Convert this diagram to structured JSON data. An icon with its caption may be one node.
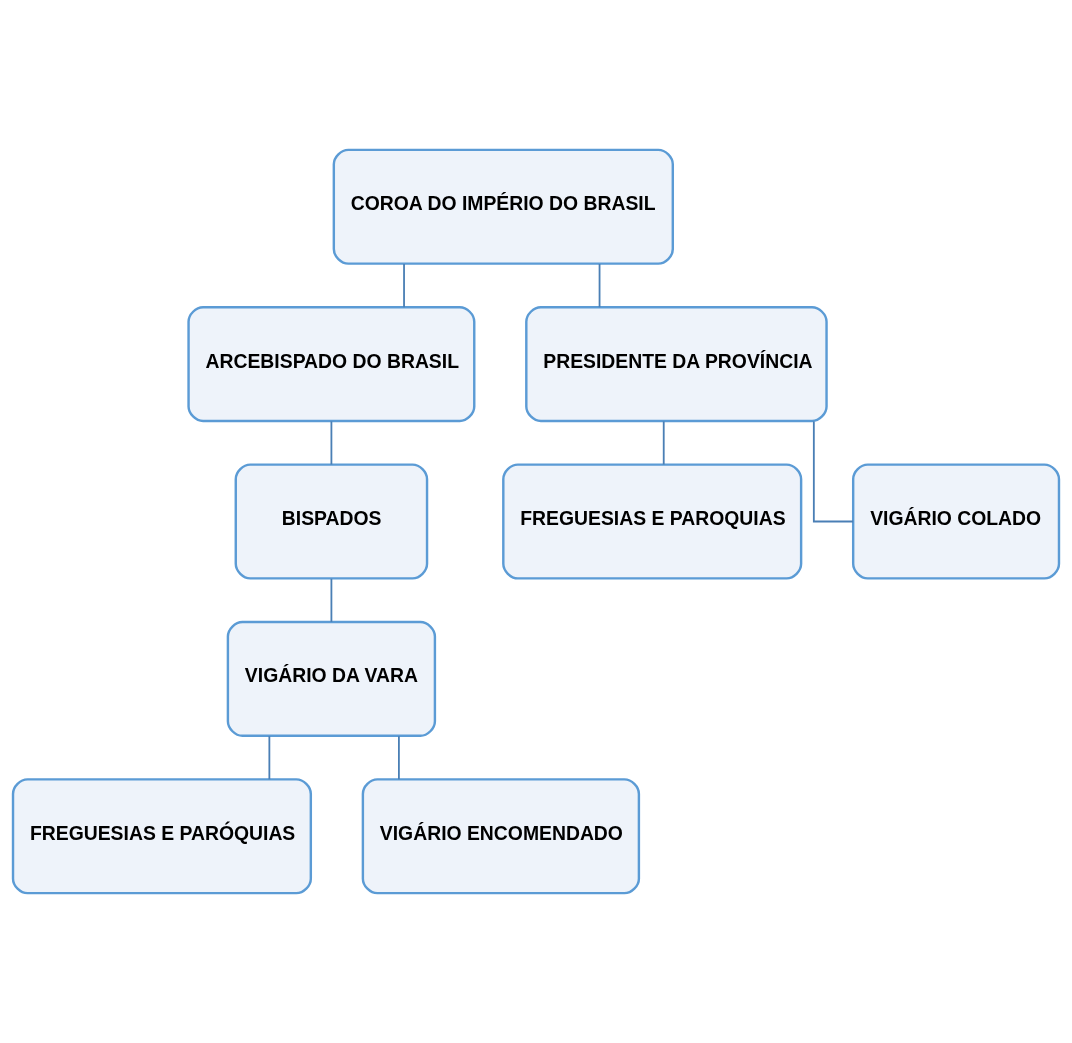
{
  "diagram": {
    "nodes": [
      {
        "text": [
          "COROA DO IMPÉRIO DO BRASIL"
        ]
      },
      {
        "text": [
          "ARCEBISPADO DO BRASIL"
        ]
      },
      {
        "text": [
          "PRESIDENTE DA PROVÍNCIA"
        ]
      },
      {
        "text": [
          "BISPADOS"
        ]
      },
      {
        "text": [
          "FREGUESIAS E PAROQUIAS"
        ]
      },
      {
        "text": [
          "VIGÁRIO COLADO"
        ]
      },
      {
        "text": [
          "VIGÁRIO DA VARA"
        ]
      },
      {
        "text": [
          "FREGUESIAS E PARÓQUIAS"
        ]
      },
      {
        "text": [
          "VIGÁRIO ENCOMENDADO"
        ]
      }
    ],
    "edges": [
      {
        "from": 0,
        "to": 1,
        "arrow": "none"
      },
      {
        "from": 0,
        "to": 2,
        "arrow": "none"
      },
      {
        "from": 1,
        "to": 3,
        "arrow": "none"
      },
      {
        "from": 2,
        "to": 4,
        "arrow": "none"
      },
      {
        "from": 2,
        "to": 5,
        "arrow": "none"
      },
      {
        "from": 3,
        "to": 6,
        "arrow": "none"
      },
      {
        "from": 6,
        "to": 7,
        "arrow": "none"
      },
      {
        "from": 6,
        "to": 8,
        "arrow": "none"
      }
    ]
  }
}
